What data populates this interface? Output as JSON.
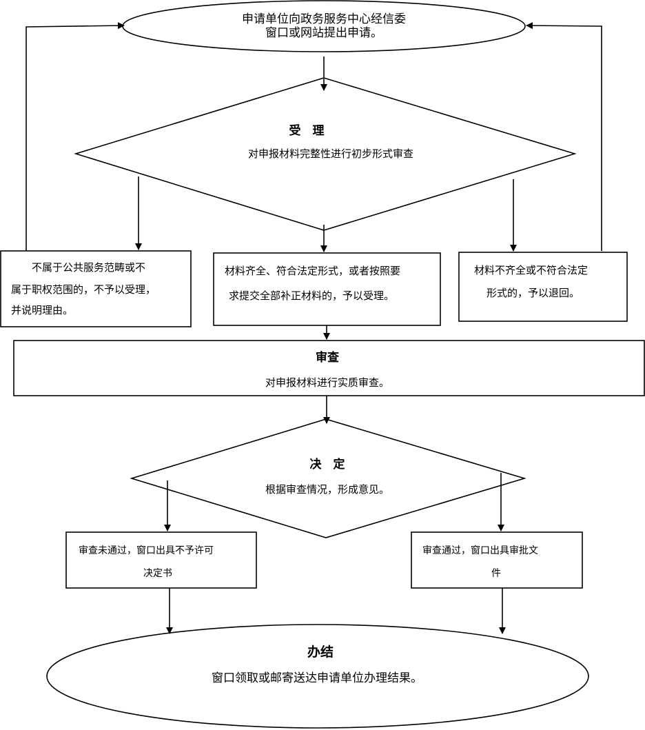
{
  "start": {
    "line1": "申请单位向政务服务中心经信委",
    "line2": "窗口或网站提出申请。"
  },
  "accept": {
    "title": "受　理",
    "desc": "对申报材料完整性进行初步形式审查"
  },
  "reject_scope": {
    "line1": "　　不属于公共服务范畴或不",
    "line2": "属于职权范围的，不予以受理，",
    "line3": "并说明理由。"
  },
  "accepted": {
    "line1": "材料齐全、符合法定形式，或者按照要",
    "line2": "求提交全部补正材料的，予以受理。"
  },
  "returned": {
    "line1": "材料不齐全或不符合法定",
    "line2": "形式的，予以退回。"
  },
  "review": {
    "title": "审查",
    "desc": "对申报材料进行实质审查。"
  },
  "decision": {
    "title": "决　定",
    "desc": "根据审查情况，形成意见。"
  },
  "not_passed": {
    "line1": "审查未通过，窗口出具不予许可",
    "line2": "决定书"
  },
  "passed": {
    "line1": "审查通过，窗口出具审批文",
    "line2": "件"
  },
  "finish": {
    "title": "办结",
    "desc": "窗口领取或邮寄送达申请单位办理结果。"
  }
}
